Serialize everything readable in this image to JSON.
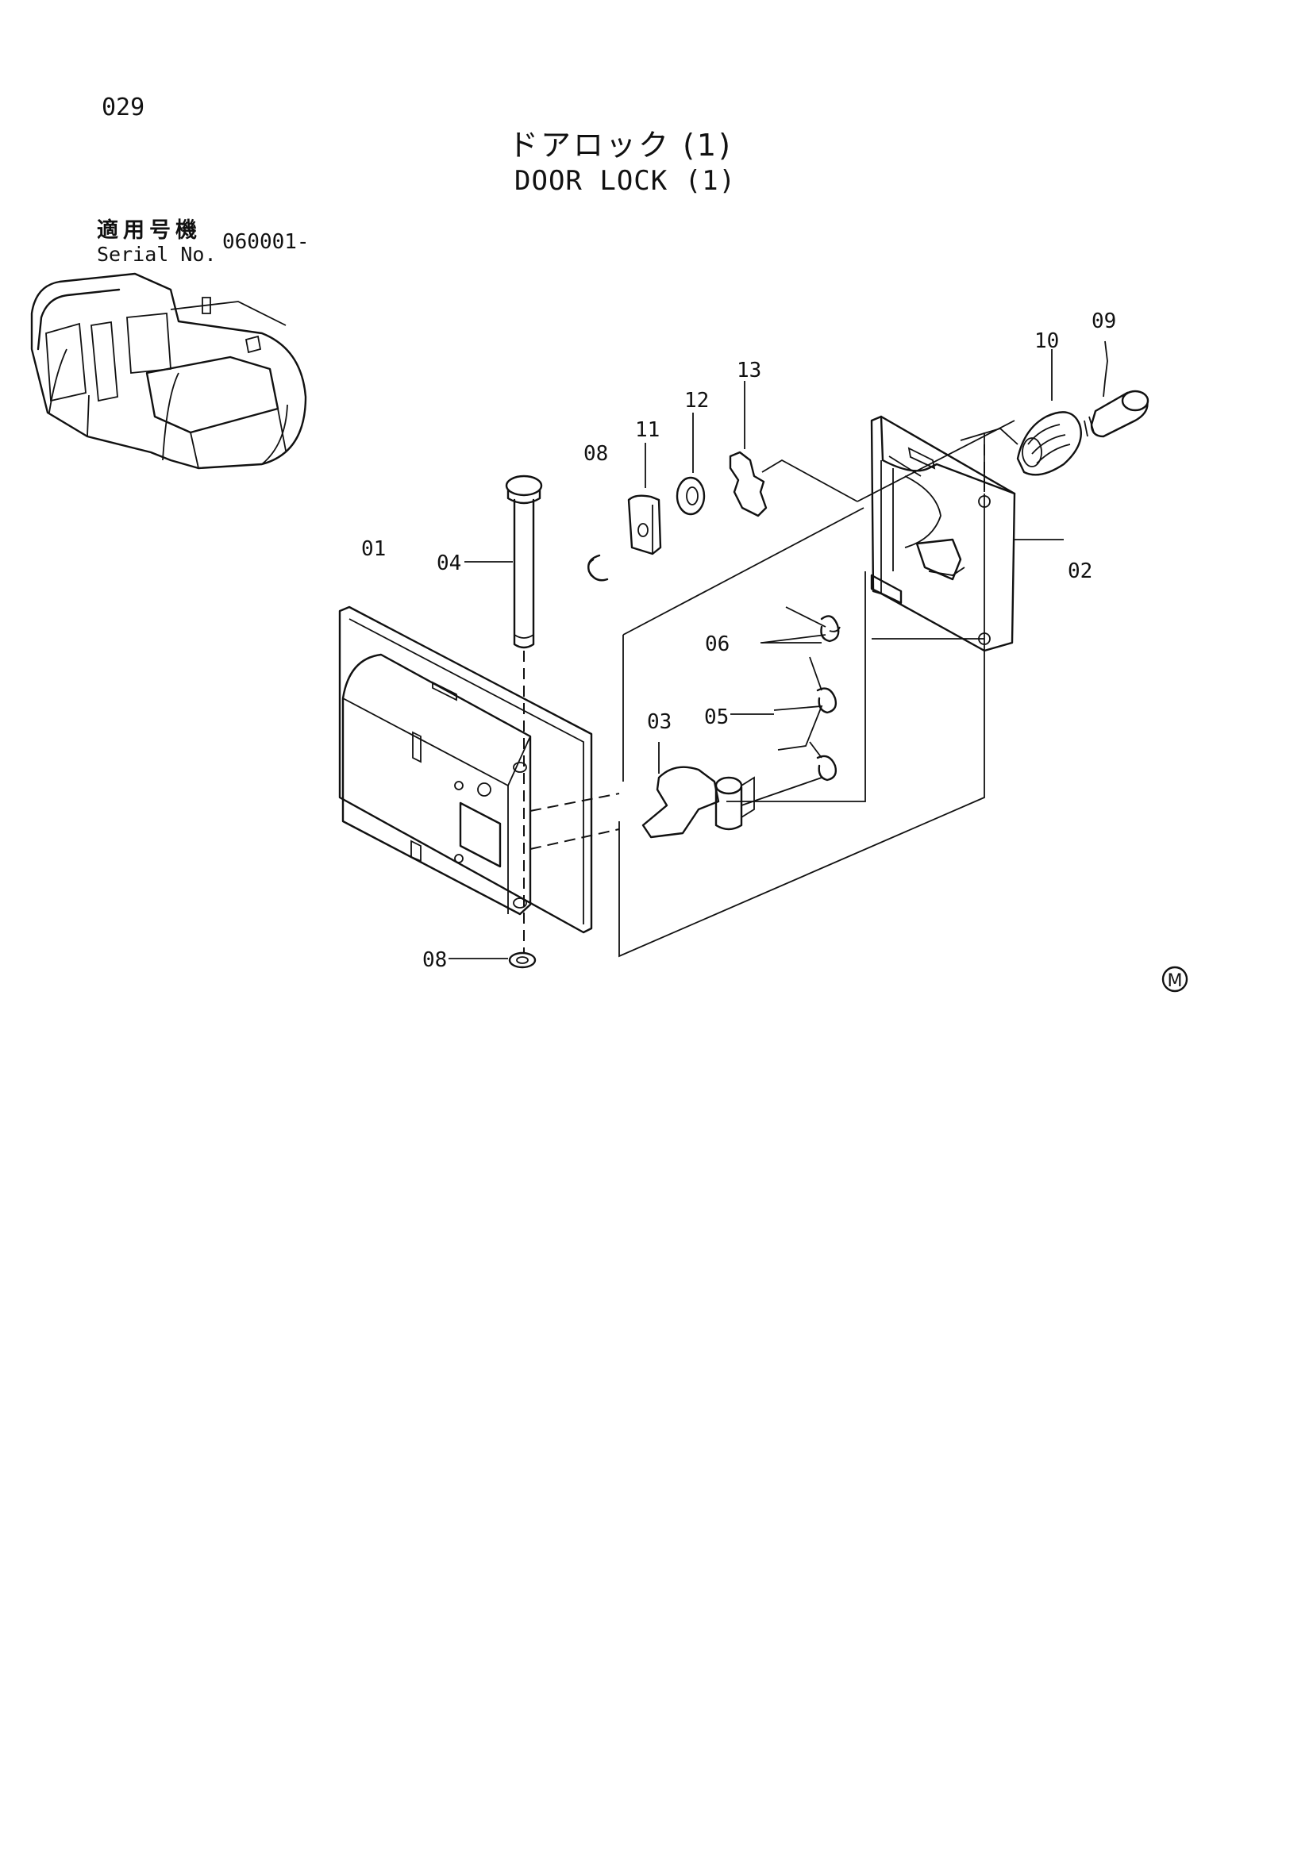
{
  "page_number": "029",
  "title_jp": "ドアロック (1)",
  "title_en": "DOOR LOCK (1)",
  "serial": {
    "label_jp": "適用号機",
    "label_en": "Serial No.",
    "value": "060001-"
  },
  "callouts": {
    "p01": "01",
    "p02": "02",
    "p03": "03",
    "p04": "04",
    "p05": "05",
    "p06": "06",
    "p08a": "08",
    "p08b": "08",
    "p09": "09",
    "p10": "10",
    "p11": "11",
    "p12": "12",
    "p13": "13"
  },
  "mark": "M",
  "icons": {
    "cab": "excavator-cab-icon",
    "mark": "circled-m-mark"
  }
}
